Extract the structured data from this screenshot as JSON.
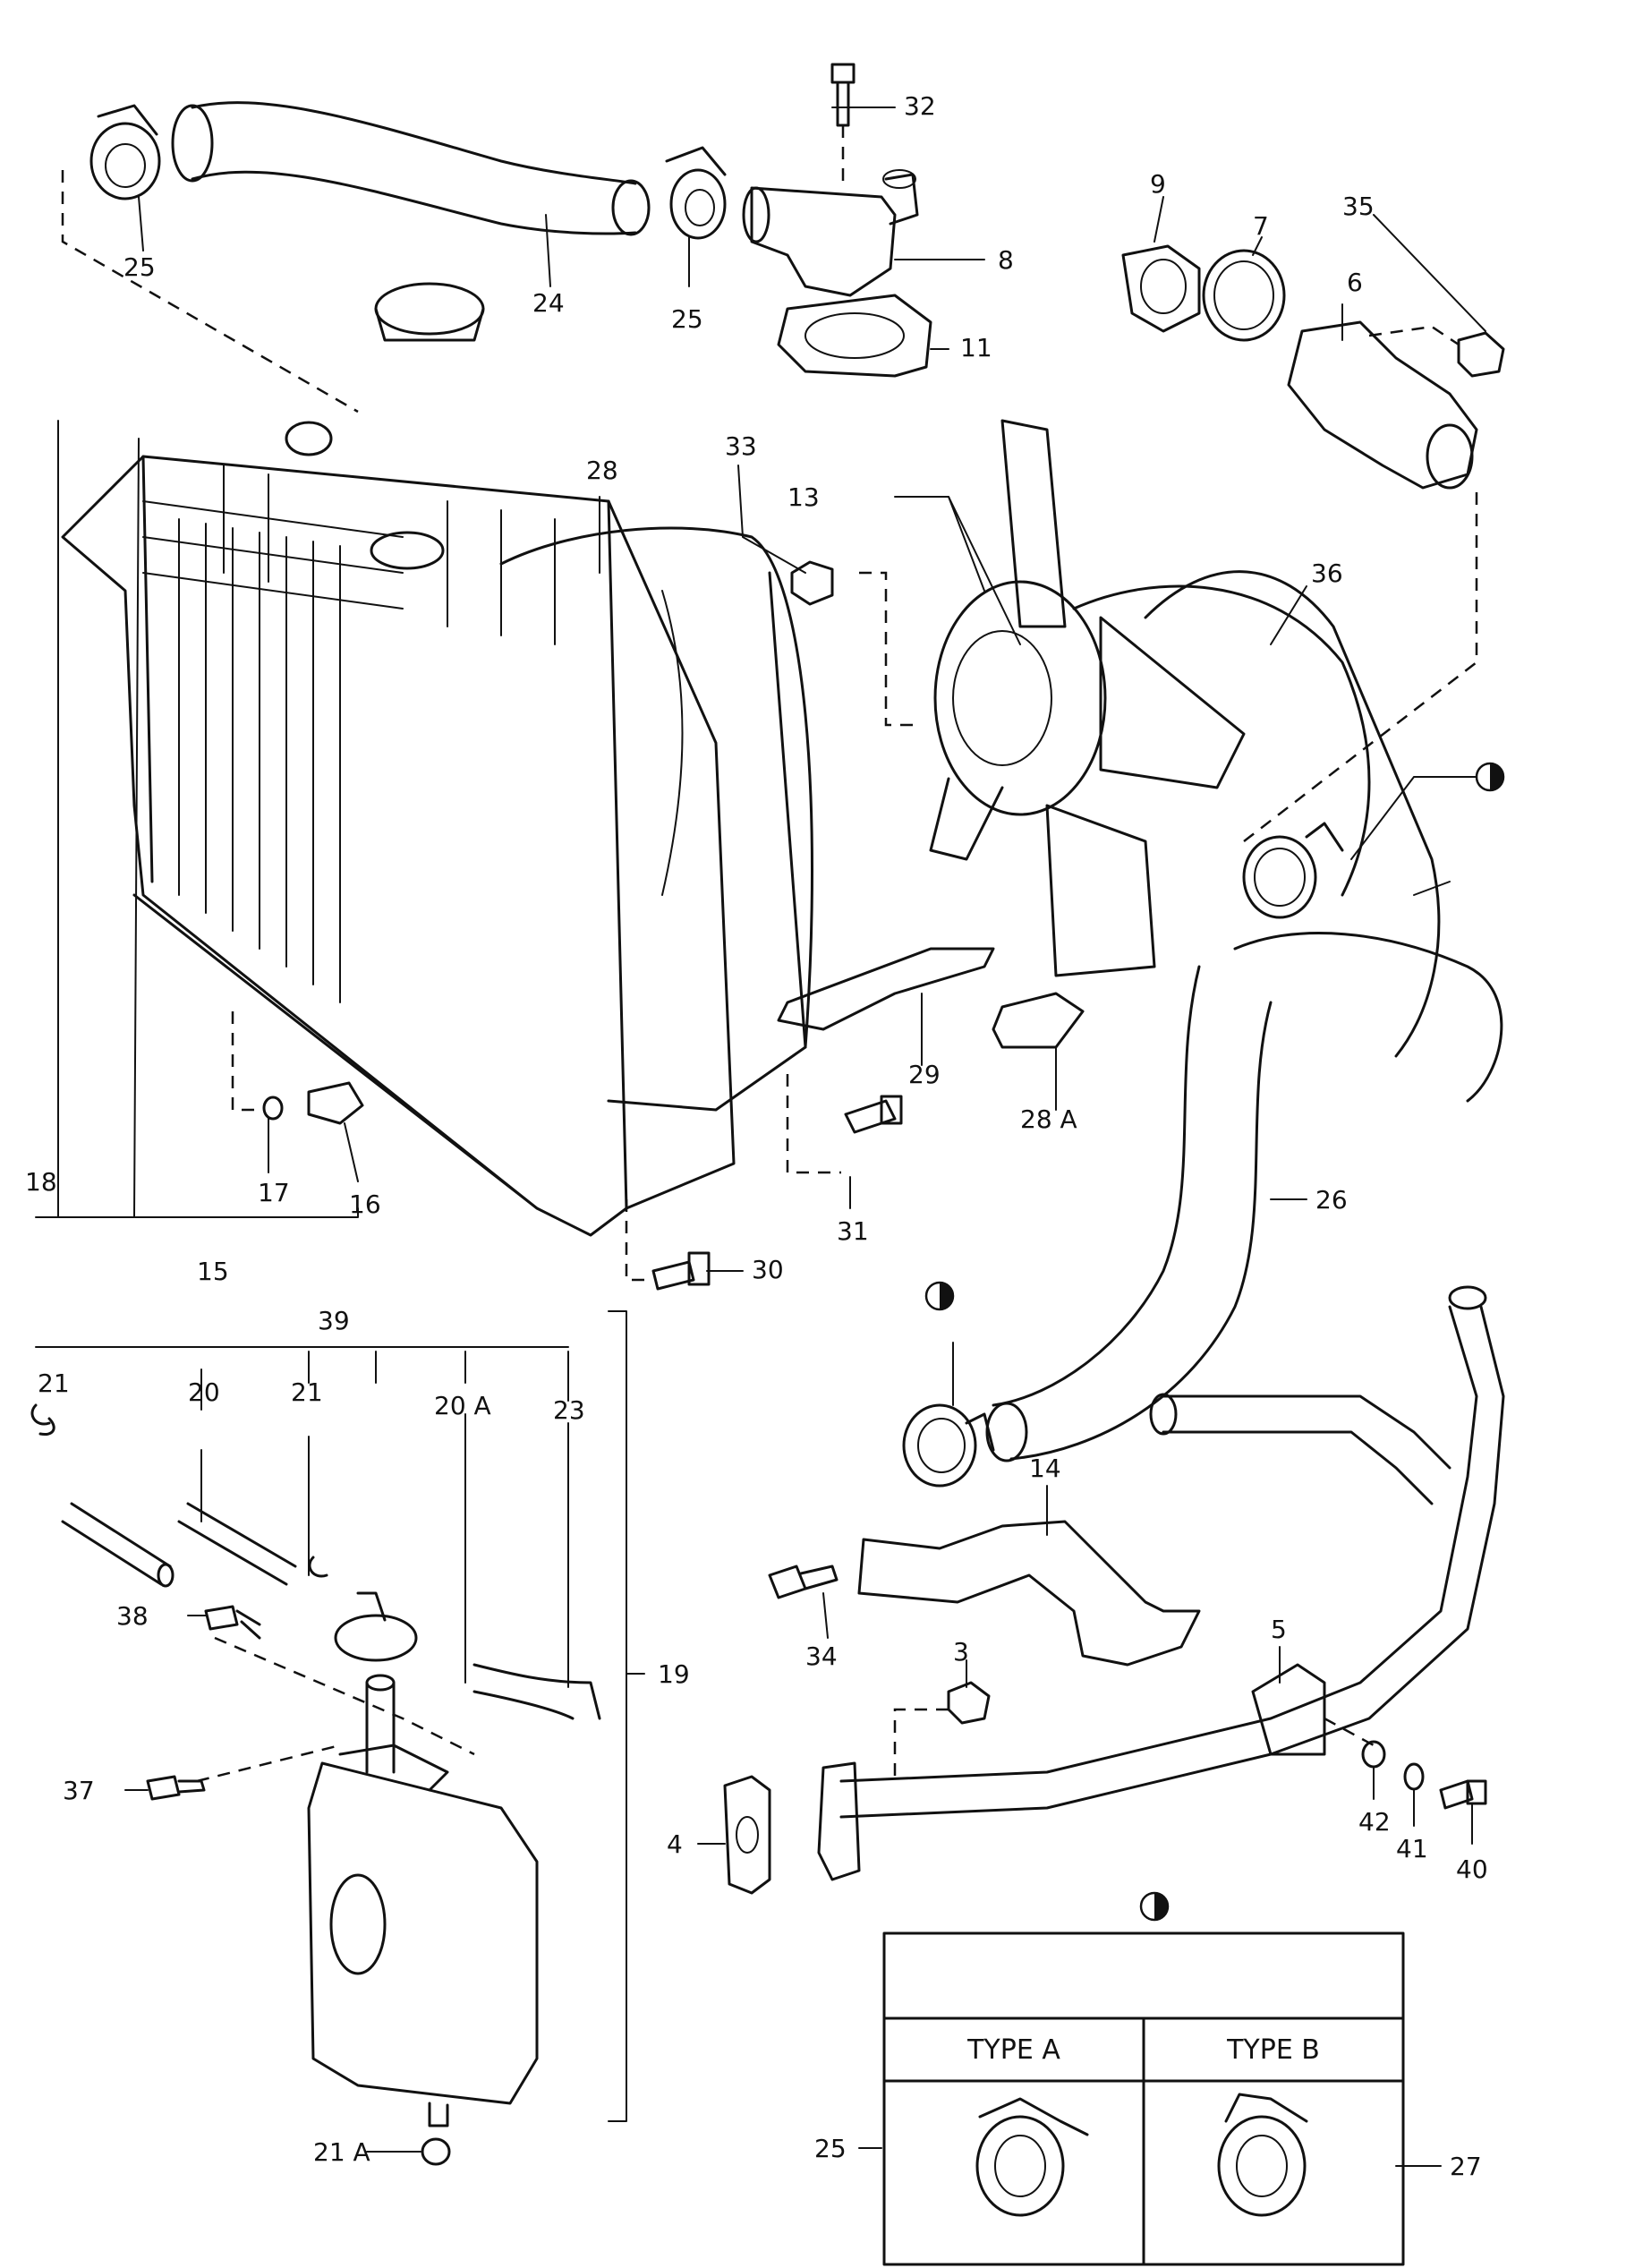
{
  "callouts": {
    "c32": "32",
    "c25a": "25",
    "c24": "24",
    "c25b": "25",
    "c8": "8",
    "c11": "11",
    "c9": "9",
    "c7": "7",
    "c35": "35",
    "c6": "6",
    "c28": "28",
    "c33": "33",
    "c13": "13",
    "c36": "36",
    "c29": "29",
    "c28A": "28 A",
    "c18": "18",
    "c17": "17",
    "c16": "16",
    "c15": "15",
    "c31": "31",
    "c30": "30",
    "c26": "26",
    "c39": "39",
    "c21a": "21",
    "c20": "20",
    "c21b": "21",
    "c20A": "20 A",
    "c23": "23",
    "c38": "38",
    "c19": "19",
    "c37": "37",
    "c21A": "21 A",
    "c14": "14",
    "c34": "34",
    "c3": "3",
    "c5": "5",
    "c4": "4",
    "c42": "42",
    "c41": "41",
    "c40": "40",
    "c25c": "25",
    "c27": "27"
  },
  "type_table": {
    "col_a": "TYPE A",
    "col_b": "TYPE B"
  },
  "marker_icon": "half-filled-circle-icon"
}
